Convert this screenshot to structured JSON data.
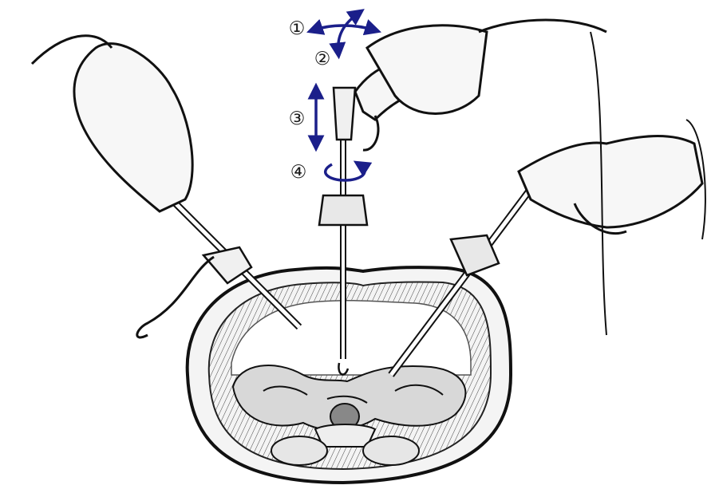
{
  "labels": {
    "motion_1": "①",
    "motion_2": "②",
    "motion_3": "③",
    "motion_4": "④"
  },
  "colors": {
    "ink": "#1a1a1a",
    "arrow": "#1b1f8a",
    "cavity": "#ffffff",
    "background": "#ffffff"
  }
}
